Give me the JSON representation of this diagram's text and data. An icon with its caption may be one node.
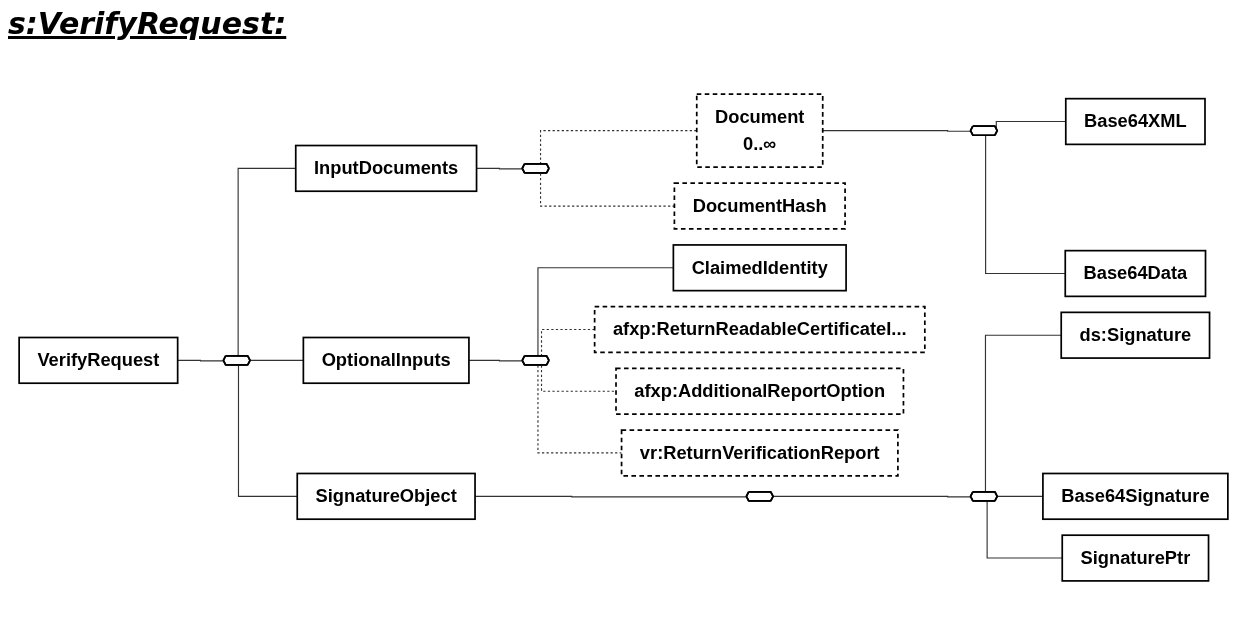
{
  "diagram": {
    "title": "s:VerifyRequest:",
    "nodes": [
      {
        "text": [
          "VerifyRequest"
        ]
      },
      {
        "text": [],
        "shape": "octagon"
      },
      {
        "text": [
          "InputDocuments"
        ]
      },
      {
        "text": [],
        "shape": "octagon"
      },
      {
        "text": [
          "Document",
          "0..∞"
        ]
      },
      {
        "text": [
          "DocumentHash"
        ]
      },
      {
        "text": [],
        "shape": "octagon"
      },
      {
        "text": [
          "Base64XML"
        ]
      },
      {
        "text": [
          "Base64Data"
        ]
      },
      {
        "text": [
          "OptionalInputs"
        ]
      },
      {
        "text": [],
        "shape": "octagon"
      },
      {
        "text": [
          "ClaimedIdentity"
        ]
      },
      {
        "text": [
          "afxp:ReturnReadableCertificateI..."
        ]
      },
      {
        "text": [
          "afxp:AdditionalReportOption"
        ]
      },
      {
        "text": [
          "vr:ReturnVerificationReport"
        ]
      },
      {
        "text": [
          "SignatureObject"
        ]
      },
      {
        "text": [],
        "shape": "octagon"
      },
      {
        "text": [],
        "shape": "octagon"
      },
      {
        "text": [
          "ds:Signature"
        ]
      },
      {
        "text": [
          "Base64Signature"
        ]
      },
      {
        "text": [
          "SignaturePtr"
        ]
      }
    ],
    "edges": [
      {
        "from": 0,
        "to": 1,
        "arrow": "none"
      },
      {
        "from": 1,
        "to": 2,
        "arrow": "none"
      },
      {
        "from": 1,
        "to": 9,
        "arrow": "none"
      },
      {
        "from": 1,
        "to": 15,
        "arrow": "none"
      },
      {
        "from": 2,
        "to": 3,
        "arrow": "none"
      },
      {
        "from": 3,
        "to": 4,
        "arrow": "none",
        "style": "dashed"
      },
      {
        "from": 3,
        "to": 5,
        "arrow": "none",
        "style": "dashed"
      },
      {
        "from": 4,
        "to": 6,
        "arrow": "none"
      },
      {
        "from": 6,
        "to": 7,
        "arrow": "none"
      },
      {
        "from": 6,
        "to": 8,
        "arrow": "none"
      },
      {
        "from": 9,
        "to": 10,
        "arrow": "none"
      },
      {
        "from": 10,
        "to": 11,
        "arrow": "none"
      },
      {
        "from": 10,
        "to": 12,
        "arrow": "none",
        "style": "dashed"
      },
      {
        "from": 10,
        "to": 13,
        "arrow": "none",
        "style": "dashed"
      },
      {
        "from": 10,
        "to": 14,
        "arrow": "none",
        "style": "dashed"
      },
      {
        "from": 15,
        "to": 16,
        "arrow": "none"
      },
      {
        "from": 16,
        "to": 17,
        "arrow": "none"
      },
      {
        "from": 17,
        "to": 18,
        "arrow": "none"
      },
      {
        "from": 17,
        "to": 19,
        "arrow": "none"
      },
      {
        "from": 17,
        "to": 20,
        "arrow": "none"
      }
    ]
  }
}
